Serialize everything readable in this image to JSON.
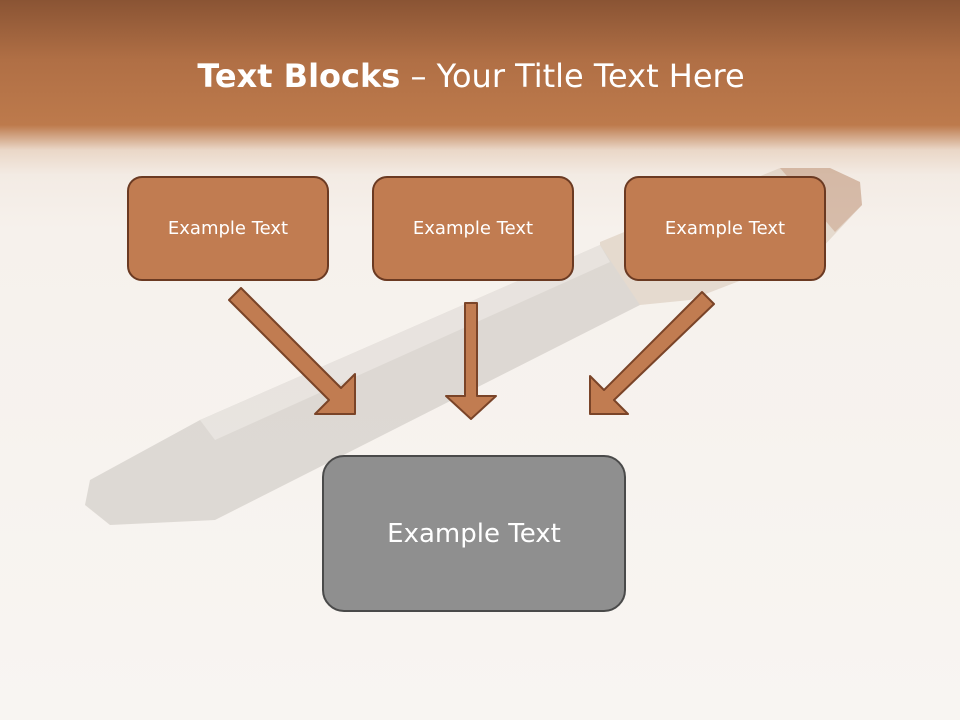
{
  "title": {
    "bold": "Text Blocks",
    "dash": " – ",
    "rest": "Your Title Text Here"
  },
  "top_boxes": [
    {
      "label": "Example Text"
    },
    {
      "label": "Example Text"
    },
    {
      "label": "Example Text"
    }
  ],
  "target_box": {
    "label": "Example Text"
  },
  "colors": {
    "accent": "#c17c51",
    "accent_border": "#6b3a22",
    "target": "#8f8f8f",
    "header": "#b06f45"
  }
}
